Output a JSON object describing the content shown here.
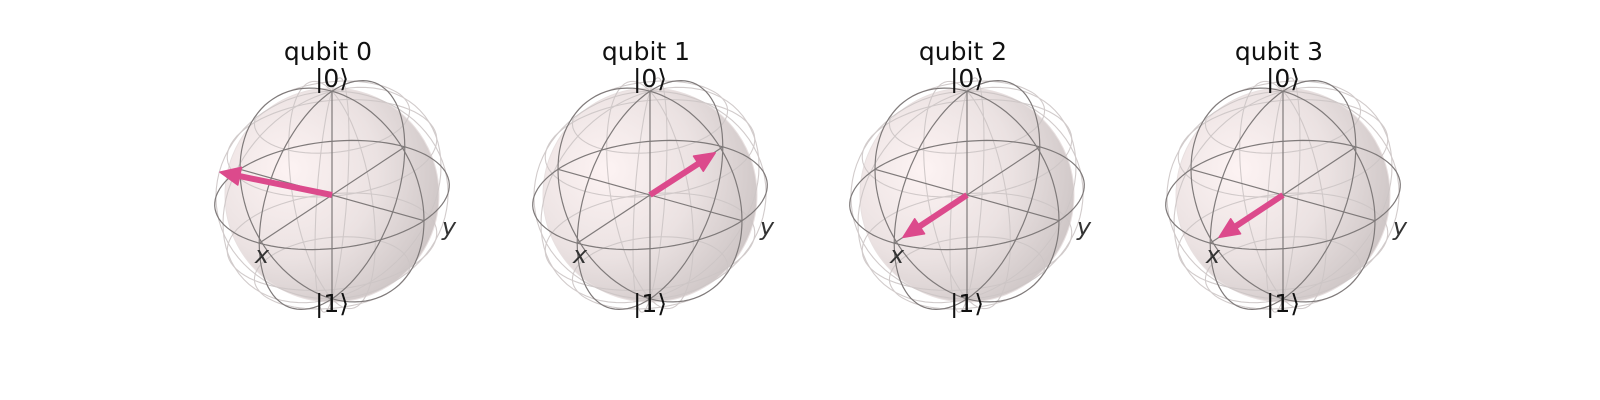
{
  "figure": {
    "colors": {
      "vector": "#dc4a8c",
      "wire": "#7f7a7a",
      "wire_faint": "#cdc6c6",
      "sphere_light": "#fcf0f0",
      "sphere_dark": "#d2cbcb",
      "text": "#111111"
    },
    "spheres": [
      {
        "title": "qubit 0",
        "north": "|0⟩",
        "south": "|1⟩",
        "x_label": "x",
        "y_label": "y",
        "bloch_vector": [
          0.35,
          -0.94,
          0.15
        ]
      },
      {
        "title": "qubit 1",
        "north": "|0⟩",
        "south": "|1⟩",
        "x_label": "x",
        "y_label": "y",
        "bloch_vector": [
          -0.2,
          0.55,
          0.45
        ]
      },
      {
        "title": "qubit 2",
        "north": "|0⟩",
        "south": "|1⟩",
        "x_label": "x",
        "y_label": "y",
        "bloch_vector": [
          0.88,
          0.0,
          0.0
        ]
      },
      {
        "title": "qubit 3",
        "north": "|0⟩",
        "south": "|1⟩",
        "x_label": "x",
        "y_label": "y",
        "bloch_vector": [
          0.88,
          0.0,
          0.0
        ]
      }
    ]
  }
}
